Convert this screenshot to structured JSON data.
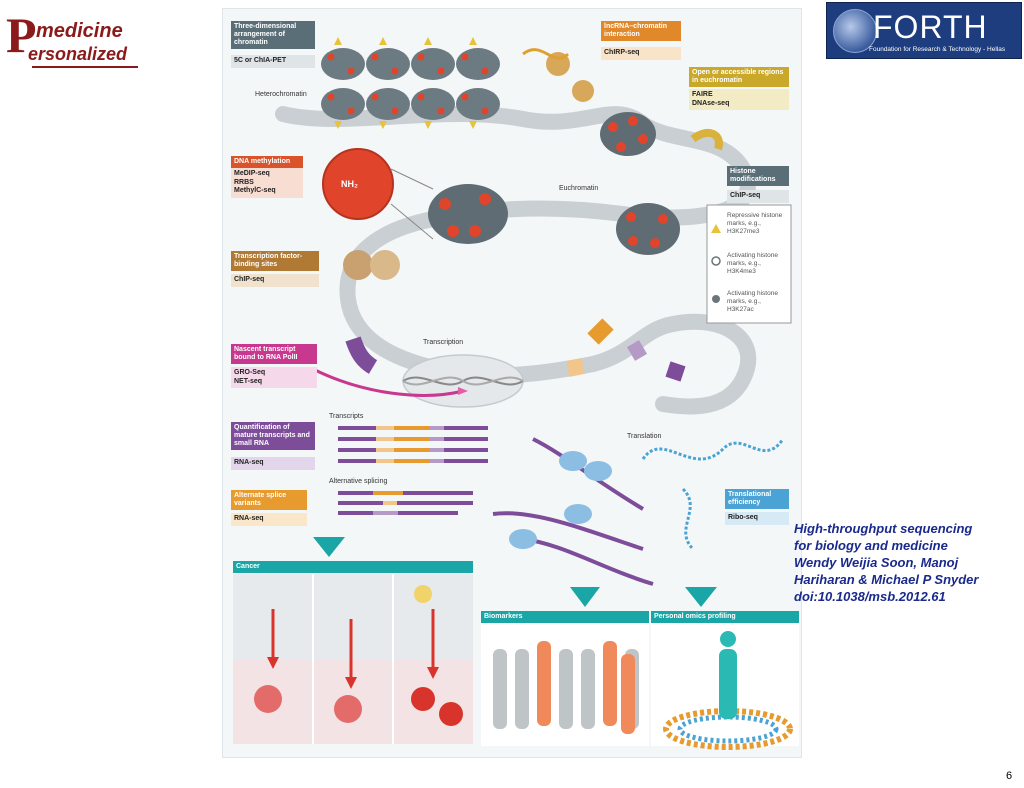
{
  "logo_left": {
    "word1": "medicine",
    "word2": "ersonalized",
    "initial": "P"
  },
  "logo_right": {
    "title": "FORTH",
    "subtitle": "Foundation for Research & Technology - Hellas"
  },
  "figure": {
    "heterochromatin": "Heterochromatin",
    "euchromatin": "Euchromatin",
    "transcription": "Transcription",
    "transcripts": "Transcripts",
    "alternative_splicing": "Alternative splicing",
    "translation": "Translation",
    "boxes": {
      "three_d": {
        "head": "Three-dimensional arrangement of chromatin",
        "methods": "5C or ChIA-PET"
      },
      "lncrna": {
        "head": "lncRNA–chromatin interaction",
        "methods": "ChIRP-seq"
      },
      "open": {
        "head": "Open or accessible regions in euchromatin",
        "methods": "FAIRE\nDNAse-seq"
      },
      "methylation": {
        "head": "DNA methylation",
        "methods": "MeDIP-seq\nRRBS\nMethylC-seq"
      },
      "histone": {
        "head": "Histone modifications",
        "methods": "ChIP-seq"
      },
      "tf": {
        "head": "Transcription factor-binding sites",
        "methods": "ChIP-seq"
      },
      "nascent": {
        "head": "Nascent transcript bound to RNA PolII",
        "methods": "GRO-Seq\nNET-seq"
      },
      "quant": {
        "head": "Quantification of mature transcripts and small RNA",
        "methods": "RNA-seq"
      },
      "splice": {
        "head": "Alternate splice variants",
        "methods": "RNA-seq"
      },
      "translational": {
        "head": "Translational efficiency",
        "methods": "Ribo-seq"
      }
    },
    "legend": {
      "repressive": "Repressive histone marks, e.g., H3K27me3",
      "activating1": "Activating histone marks, e.g., H3K4me3",
      "activating2": "Activating histone marks, e.g., H3K27ac"
    },
    "panels": {
      "cancer": "Cancer",
      "biomarkers": "Biomarkers",
      "omics": "Personal omics profiling"
    },
    "colors": {
      "teal_header": "#5a6e78",
      "lncrna": "#e0882a",
      "open": "#c9a82a",
      "methylation": "#d9532b",
      "histone": "#5a6e78",
      "tf": "#b07a35",
      "nascent": "#c8388f",
      "quant": "#7d4d9a",
      "splice": "#e79a2d",
      "translational": "#4aa3d4",
      "panel_teal": "#1aa6a6",
      "purple": "#7d4d9a",
      "orange": "#e79a2d",
      "nucleosome_dot": "#e0452b"
    }
  },
  "citation": {
    "line1": "High-throughput sequencing",
    "line2": "for biology and medicine",
    "line3": "Wendy Weijia Soon, Manoj",
    "line4": "Hariharan & Michael P Snyder",
    "line5": "doi:10.1038/msb.2012.61"
  },
  "page_number": "6"
}
